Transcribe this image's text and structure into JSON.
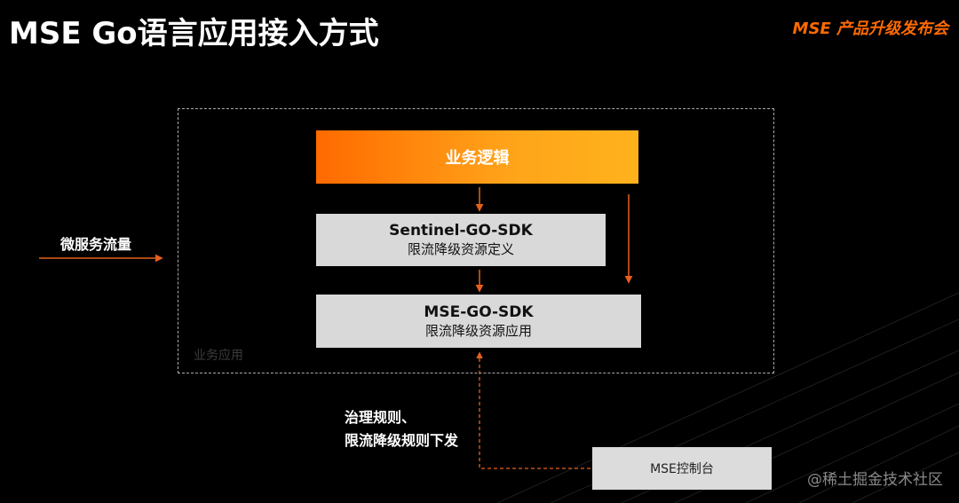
{
  "header": {
    "title": "MSE Go语言应用接入方式",
    "brand": "MSE 产品升级发布会"
  },
  "diagram": {
    "container_label": "业务应用",
    "business_logic": "业务逻辑",
    "sentinel_sdk": {
      "title": "Sentinel-GO-SDK",
      "subtitle": "限流降级资源定义"
    },
    "mse_sdk": {
      "title": "MSE-GO-SDK",
      "subtitle": "限流降级资源应用"
    },
    "traffic_label": "微服务流量",
    "rules_label_line1": "治理规则、",
    "rules_label_line2": "限流降级规则下发",
    "console": "MSE控制台"
  },
  "watermark": "@稀土掘金技术社区",
  "colors": {
    "accent": "#ff6a00",
    "arrow": "#e5601c",
    "box_gray": "#d9d9d9",
    "background": "#000000"
  }
}
